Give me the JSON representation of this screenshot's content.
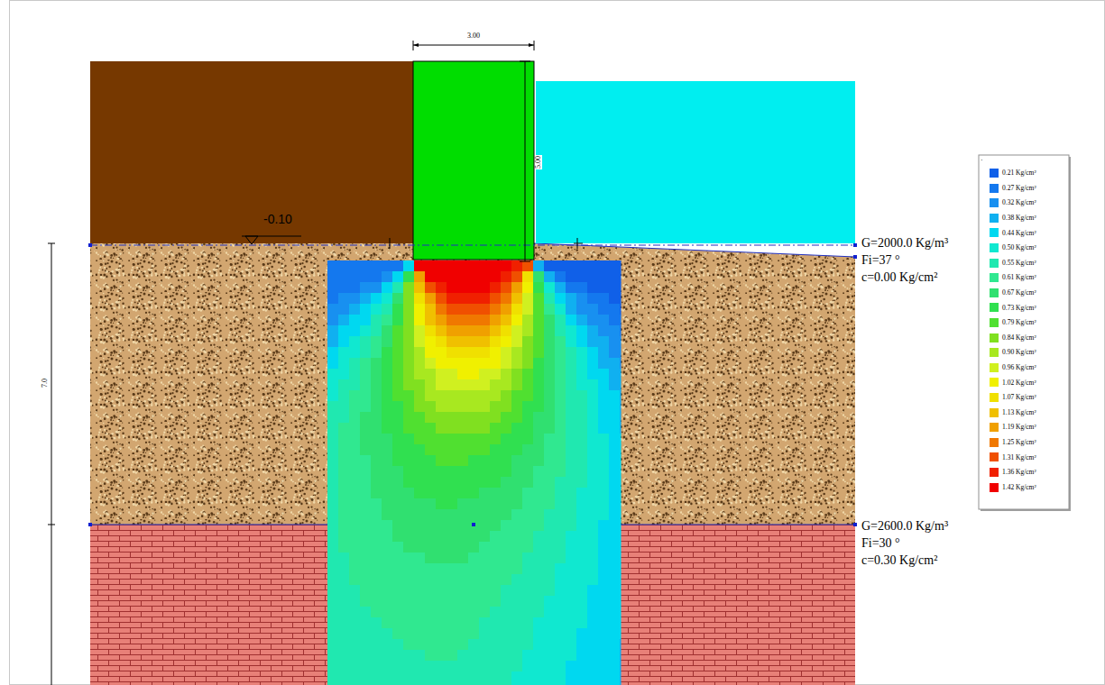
{
  "diagram": {
    "labels": [
      "3.00",
      "5.00",
      "-0.10",
      "7.0",
      "G=2000.0 Kg/m³",
      "Fi=37 °",
      "c=0.00 Kg/cm²",
      "G=2600.0 Kg/m³",
      "Fi=30 °",
      "c=0.30 Kg/cm²"
    ],
    "legend": [
      {
        "text": "0.21 Kg/cm²",
        "color": "#1060e8"
      },
      {
        "text": "0.27 Kg/cm²",
        "color": "#1478ee"
      },
      {
        "text": "0.32 Kg/cm²",
        "color": "#1890f0"
      },
      {
        "text": "0.38 Kg/cm²",
        "color": "#10b0f0"
      },
      {
        "text": "0.44 Kg/cm²",
        "color": "#00d8f0"
      },
      {
        "text": "0.50 Kg/cm²",
        "color": "#10e8d0"
      },
      {
        "text": "0.55 Kg/cm²",
        "color": "#20e8b0"
      },
      {
        "text": "0.61 Kg/cm²",
        "color": "#30e890"
      },
      {
        "text": "0.67 Kg/cm²",
        "color": "#30e070"
      },
      {
        "text": "0.73 Kg/cm²",
        "color": "#30e050"
      },
      {
        "text": "0.79 Kg/cm²",
        "color": "#50e030"
      },
      {
        "text": "0.84 Kg/cm²",
        "color": "#80e020"
      },
      {
        "text": "0.90 Kg/cm²",
        "color": "#a8e820"
      },
      {
        "text": "0.96 Kg/cm²",
        "color": "#d0f020"
      },
      {
        "text": "1.02 Kg/cm²",
        "color": "#f0f000"
      },
      {
        "text": "1.07 Kg/cm²",
        "color": "#f0e000"
      },
      {
        "text": "1.13 Kg/cm²",
        "color": "#f0c000"
      },
      {
        "text": "1.19 Kg/cm²",
        "color": "#f0a000"
      },
      {
        "text": "1.25 Kg/cm²",
        "color": "#f07800"
      },
      {
        "text": "1.31 Kg/cm²",
        "color": "#f05000"
      },
      {
        "text": "1.36 Kg/cm²",
        "color": "#f02000"
      },
      {
        "text": "1.42 Kg/cm²",
        "color": "#f00000"
      }
    ]
  }
}
